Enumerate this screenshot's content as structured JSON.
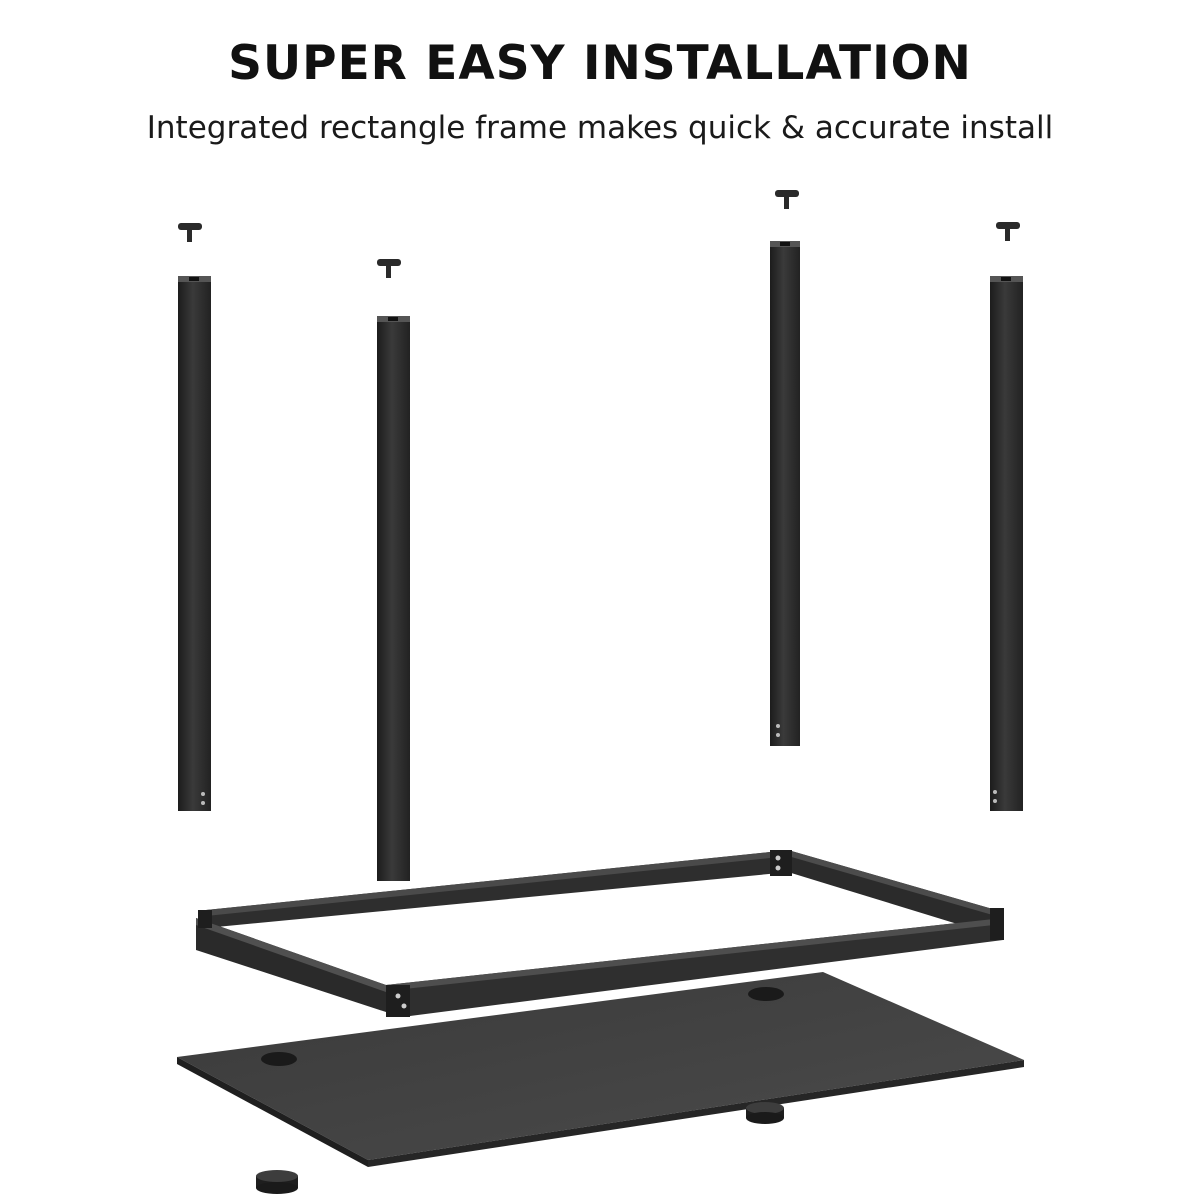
{
  "header": {
    "title": "SUPER EASY INSTALLATION",
    "subtitle": "Integrated rectangle frame makes quick & accurate install"
  },
  "illustration": {
    "parts": [
      "leveling-foot",
      "table-leg",
      "rectangle-frame",
      "desktop-panel",
      "grommet-cap"
    ],
    "colors": {
      "metal": "#2b2b2b",
      "metal_light": "#4a4a4a",
      "panel": "#3c3c3c",
      "panel_edge": "#1f1f1f"
    }
  }
}
